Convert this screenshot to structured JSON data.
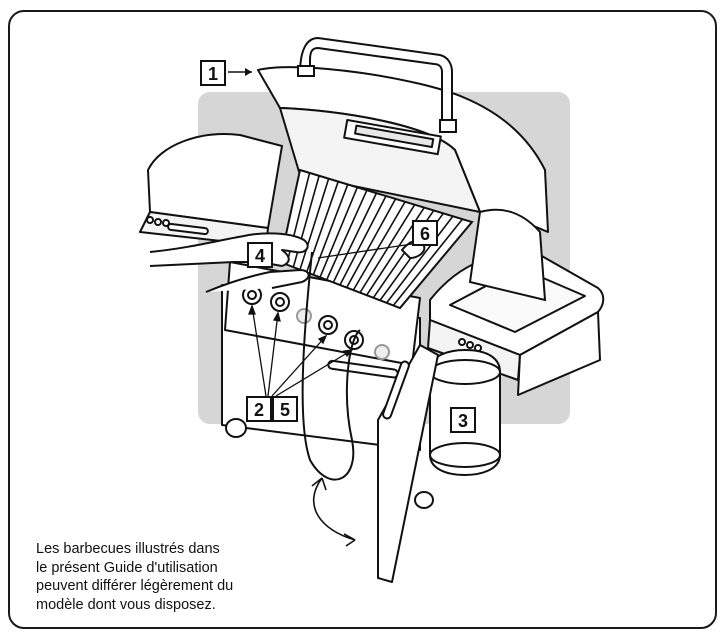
{
  "callouts": [
    {
      "id": "1",
      "label": "1"
    },
    {
      "id": "2",
      "label": "2"
    },
    {
      "id": "3",
      "label": "3"
    },
    {
      "id": "4",
      "label": "4"
    },
    {
      "id": "5",
      "label": "5"
    },
    {
      "id": "6",
      "label": "6"
    }
  ],
  "caption": {
    "line1": "Les barbecues illustrés dans",
    "line2": "le présent Guide d'utilisation",
    "line3": "peuvent différer légèrement du",
    "line4": "modèle dont vous disposez."
  }
}
